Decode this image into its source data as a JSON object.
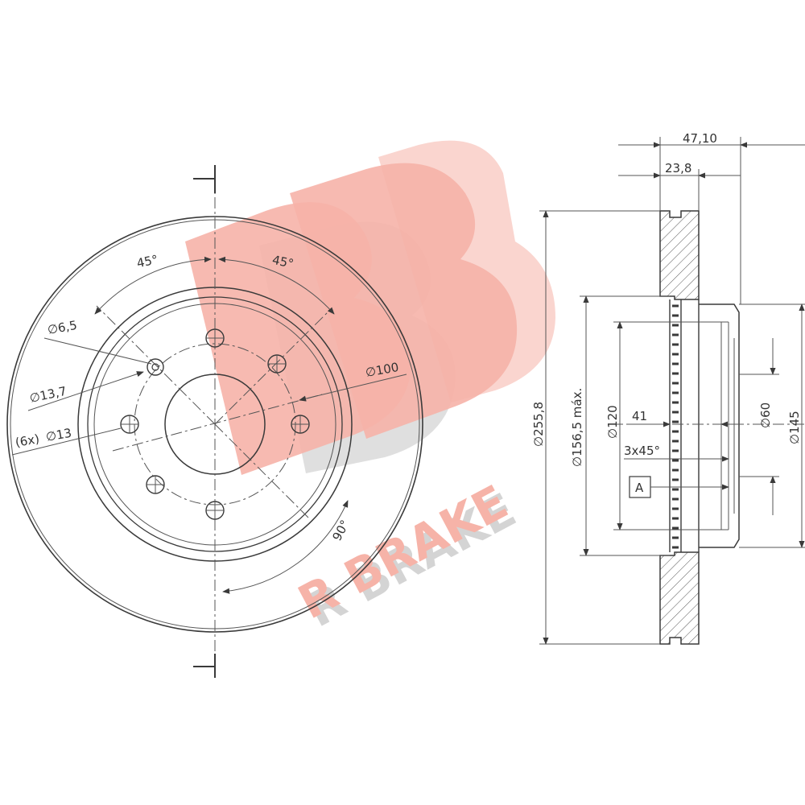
{
  "colors": {
    "brand_red": "#f6b3a8",
    "brand_shadow": "#d4d4d4",
    "line": "#3a3a3a",
    "disc_fill": "#ffffff",
    "hatch": "#555555"
  },
  "watermark": {
    "text": "R BRAKE"
  },
  "front_view": {
    "angle_left": "45°",
    "angle_right": "45°",
    "bolt_hole_dia": "∅6,5",
    "pcd_label": "∅100",
    "hole_outer": "∅13,7",
    "holes_count": "(6x)",
    "hole_inner": "∅13",
    "angle_90": "90°"
  },
  "side_view": {
    "total_width": "47,10",
    "thickness": "23,8",
    "outer_dia": "∅255,8",
    "max_dia": "∅156,5 máx.",
    "hub_dia": "∅120",
    "depth": "41",
    "chamfer": "3x45°",
    "datum": "A",
    "bore_dia": "∅60",
    "flange_dia": "∅145"
  }
}
